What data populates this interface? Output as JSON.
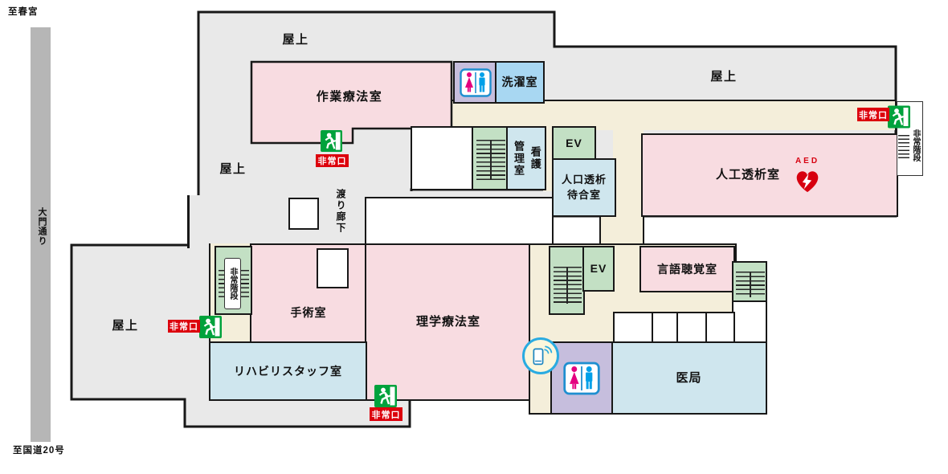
{
  "streets": {
    "to_kasuga": "至春宮",
    "daimon_street": "大門通り",
    "to_route20": "至国道20号"
  },
  "labels": {
    "rooftop": "屋上",
    "crossing_corridor": "渡り廊下"
  },
  "rooms": {
    "occupational_therapy": "作業療法室",
    "laundry": "洗濯室",
    "nursing_admin": "看護\n管理室",
    "elevator": "EV",
    "dialysis_waiting": "人口透析\n待合室",
    "dialysis": "人工透析室",
    "speech_therapy": "言語聴覚室",
    "operating": "手術室",
    "physical_therapy": "理学療法室",
    "rehab_staff": "リハビリスタッフ室",
    "doctors_office": "医局"
  },
  "signs": {
    "emergency_exit": "非常口",
    "emergency_stairs": "非常階段",
    "aed": "AED"
  },
  "icons": {
    "toilet": "male-female-toilet-icon",
    "phone": "mobile-phone-signal-icon",
    "exit_runner": "running-man-exit-icon",
    "aed_heart": "aed-heart-icon"
  },
  "colors": {
    "room_pink": "#f8dce1",
    "corridor_cream": "#f4eeda",
    "stairs_green": "#c3e0c4",
    "room_lightblue": "#cfe6ee",
    "laundry_sky": "#a8d7f2",
    "toilet_purple": "#c6bedd",
    "roof_gray": "#e9e9e9",
    "road_gray": "#b6b6b6",
    "exit_green": "#00a23c",
    "sign_red": "#dc000c",
    "aed_red": "#d7000f",
    "phone_blue": "#2aabe1"
  }
}
